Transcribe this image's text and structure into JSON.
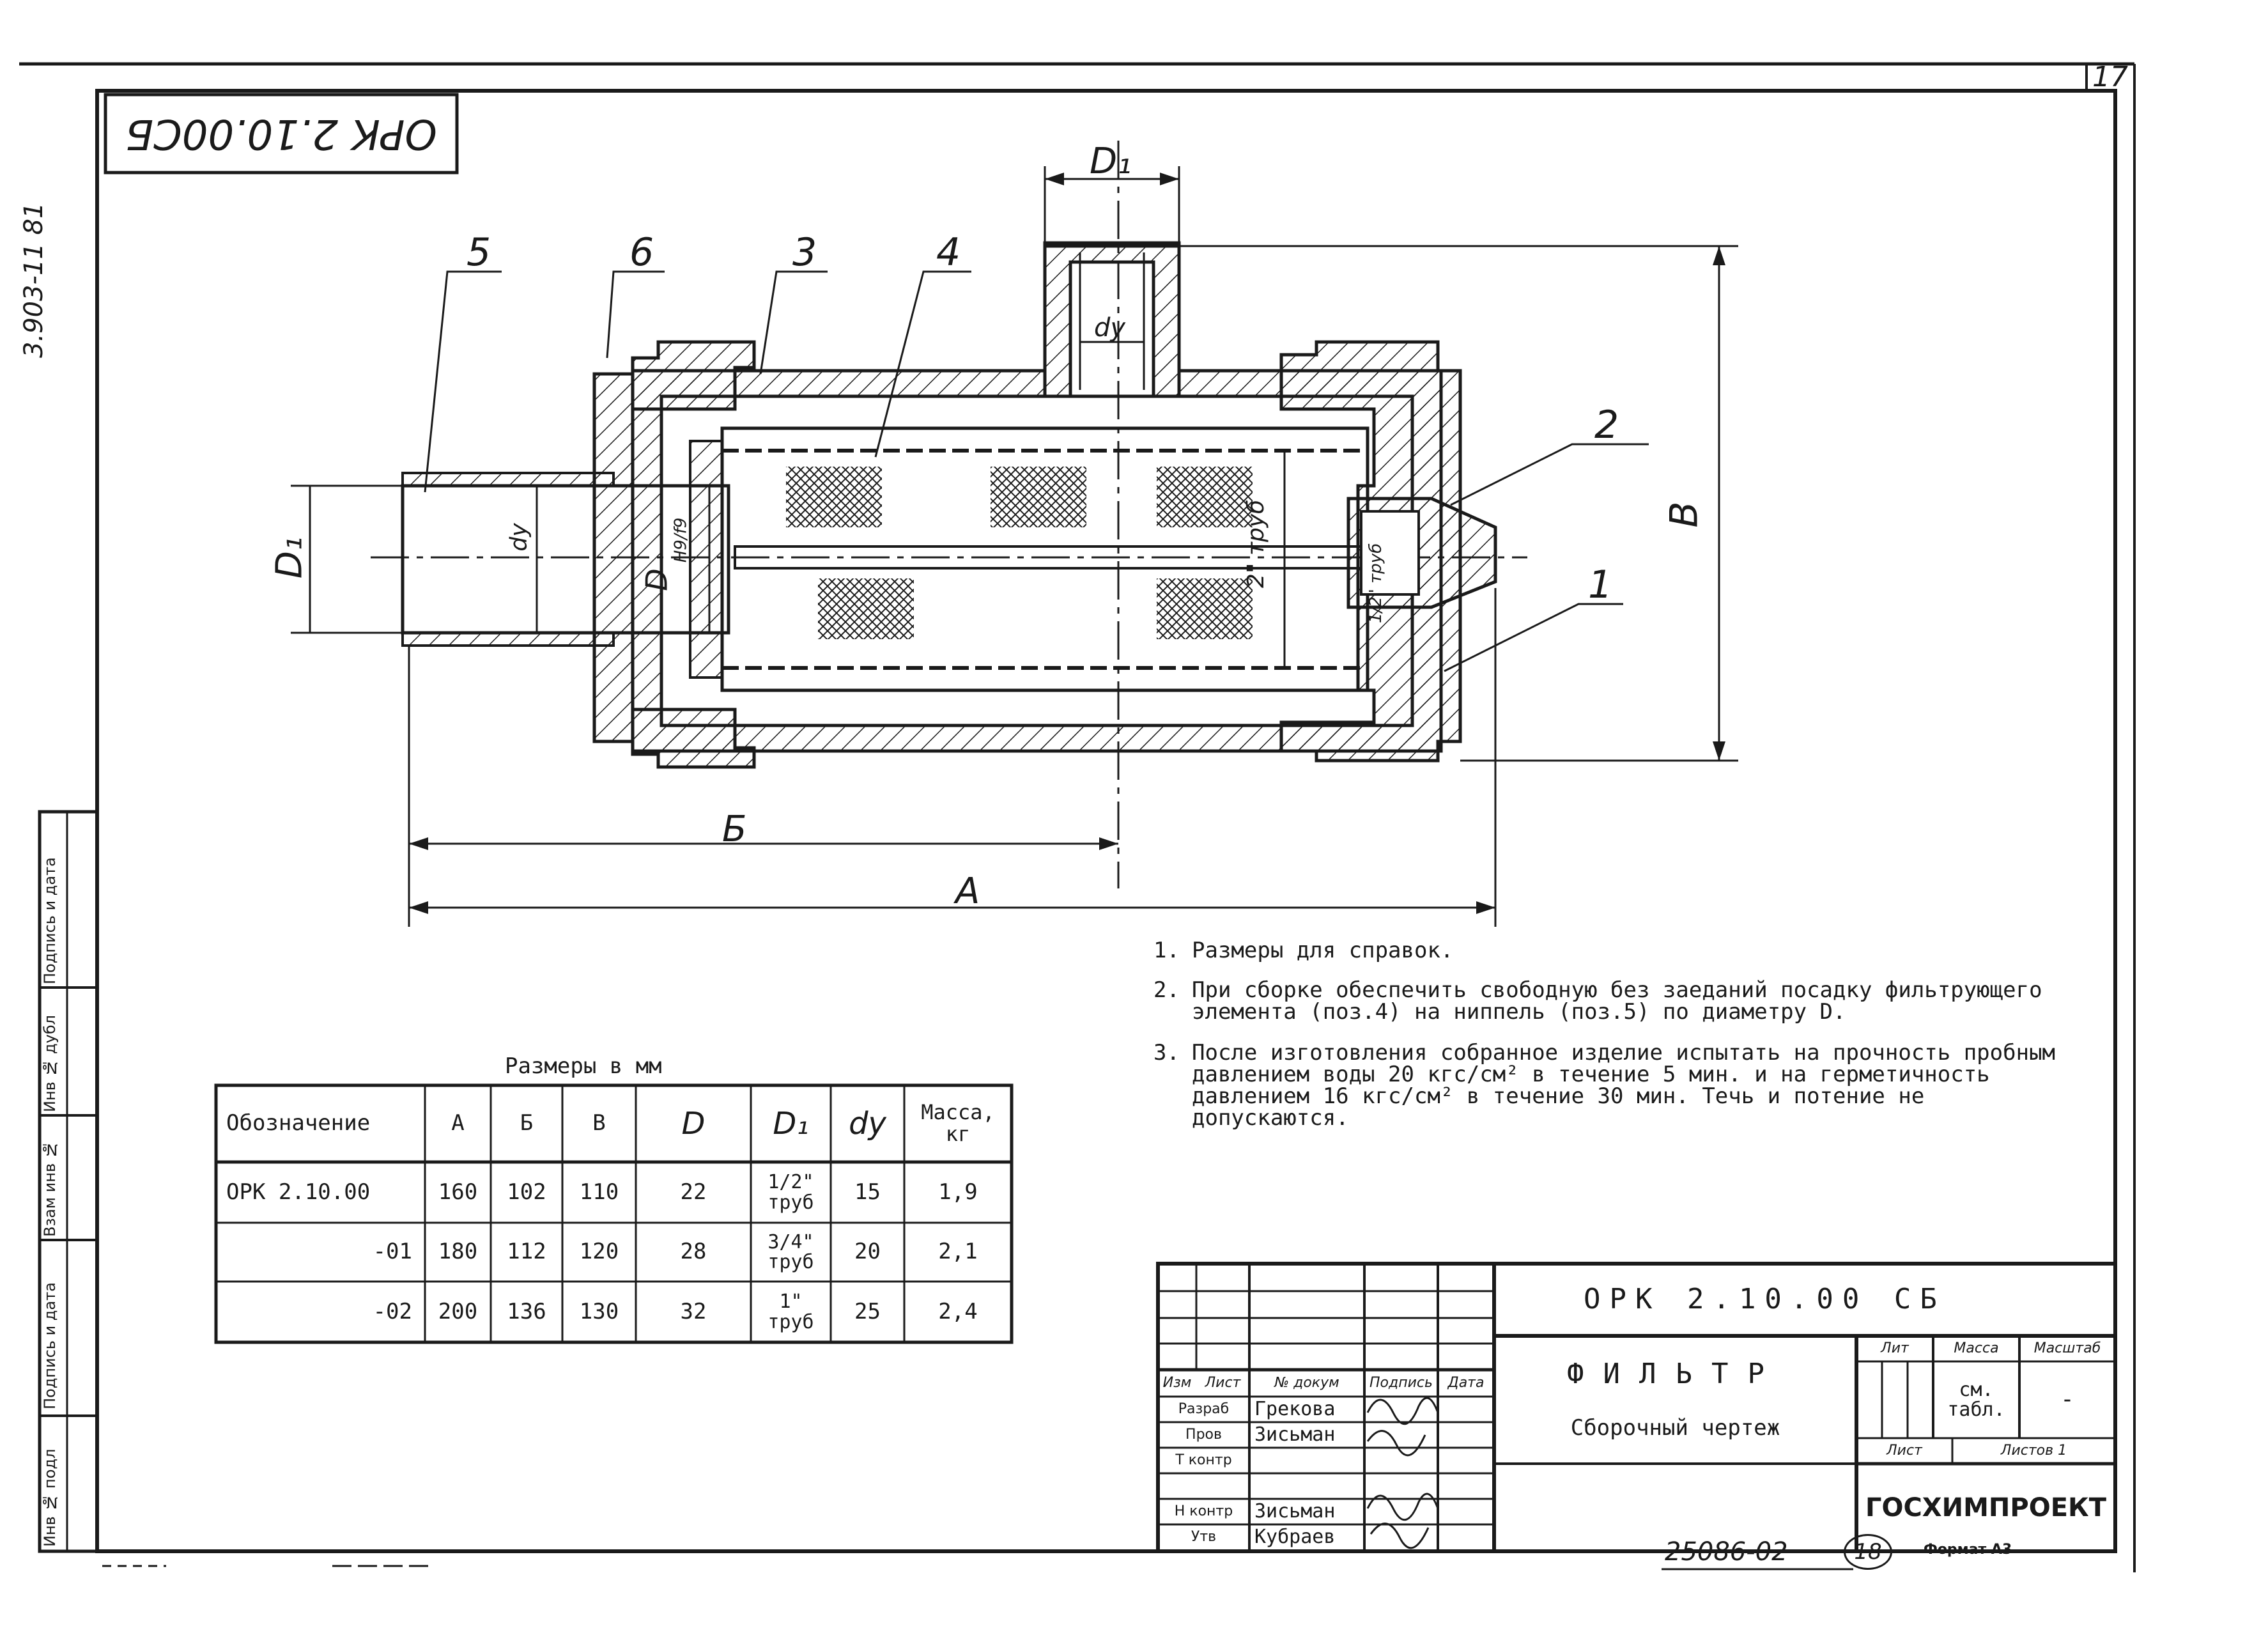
{
  "sheet": {
    "designation_stamp": "ОРК 2.10.00СБ",
    "margin_note": "3.903-11 81",
    "page_number": "17",
    "archive_number": "25086-02",
    "sheet_count_mark": "18",
    "format_label": "Формат А3"
  },
  "left_stamp": {
    "cells": [
      "Подпись и дата",
      "Инв № дубл",
      "Взам инв №",
      "Подпись и дата",
      "Инв № подл"
    ]
  },
  "drawing": {
    "position_labels": [
      "1",
      "2",
      "3",
      "4",
      "5",
      "6"
    ],
    "dimension_labels": {
      "d1_top": "D₁",
      "dy_top": "dу",
      "b_height": "B",
      "d1_left": "D₁",
      "dy_left": "dу",
      "d_left": "D",
      "fit_label": "H9/f9",
      "pipe_2": "2\" труб",
      "pipe_half": "1/2\" труб",
      "dim_b": "Б",
      "dim_a": "А"
    }
  },
  "notes": [
    {
      "number": "1.",
      "text": "Размеры для справок."
    },
    {
      "number": "2.",
      "text": "При сборке обеспечить свободную без заеданий посадку фильтрующего элемента (поз.4) на ниппель (поз.5) по диаметру D."
    },
    {
      "number": "3.",
      "text": "После изготовления собранное изделие испытать на прочность пробным давлением воды 20 кгс/см² в течение 5 мин. и на герметичность давлением 16 кгс/см² в течение 30 мин. Течь и потение не допускаются."
    }
  ],
  "dimension_table": {
    "caption": "Размеры в мм",
    "headers": [
      "Обозначение",
      "А",
      "Б",
      "В",
      "D",
      "D₁",
      "dу",
      "Масса, кг"
    ],
    "rows": [
      [
        "ОРК 2.10.00",
        "160",
        "102",
        "110",
        "22",
        "1/2\" труб",
        "15",
        "1,9"
      ],
      [
        "-01",
        "180",
        "112",
        "120",
        "28",
        "3/4\" труб",
        "20",
        "2,1"
      ],
      [
        "-02",
        "200",
        "136",
        "130",
        "32",
        "1\" труб",
        "25",
        "2,4"
      ]
    ]
  },
  "title_block": {
    "designation": "ОРК 2.10.00 СБ",
    "name": "ФИЛЬТР",
    "doc_type": "Сборочный чертеж",
    "col_headers": [
      "Изм",
      "Лист",
      "№ докум",
      "Подпись",
      "Дата"
    ],
    "roles": [
      "Разраб",
      "Пров",
      "Т контр",
      "",
      "Н контр",
      "Утв"
    ],
    "surnames": [
      "Грекова",
      "Зисьман",
      "",
      "",
      "Зисьман",
      "Кубраев"
    ],
    "lit_label": "Лит",
    "mass_label": "Масса",
    "scale_label": "Масштаб",
    "mass_value": "см. табл.",
    "scale_value": "-",
    "sheet_label": "Лист",
    "sheets_label": "Листов 1",
    "organization": "ГОСХИМПРОЕКТ"
  }
}
